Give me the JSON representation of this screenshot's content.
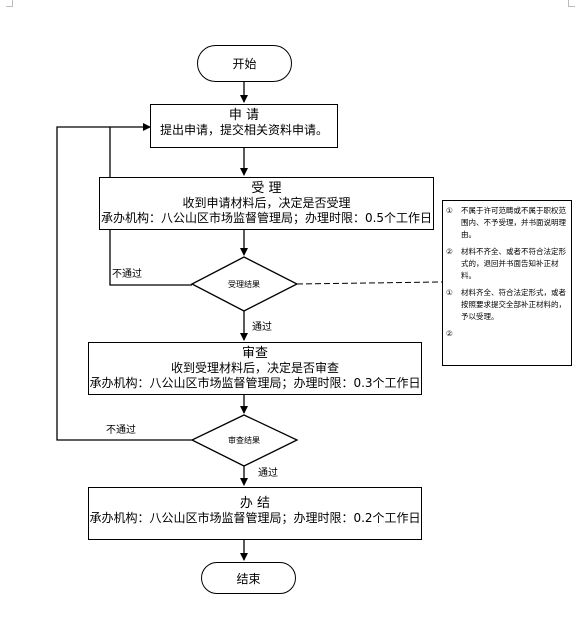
{
  "flowchart": {
    "start": "开始",
    "apply": {
      "title": "申  请",
      "desc": "提出申请，提交相关资料申请。"
    },
    "accept": {
      "title": "受  理",
      "desc": "收到申请材料后，决定是否受理",
      "org": "承办机构：八公山区市场监督管理局；办理时限：0.5个工作日"
    },
    "accept_decision": "受理结果",
    "review": {
      "title": "审查",
      "desc": "收到受理材料后，决定是否审查",
      "org": "承办机构：八公山区市场监督管理局；办理时限：0.3个工作日"
    },
    "review_decision": "审查结果",
    "complete": {
      "title": "办  结",
      "org": "承办机构：八公山区市场监督管理局；办理时限：0.2个工作日"
    },
    "end": "结束",
    "labels": {
      "fail_1": "不通过",
      "pass_1": "通过",
      "fail_2": "不通过",
      "pass_2": "通过"
    },
    "note": [
      {
        "num": "①",
        "text": "不属于许可范畴或不属于职权范围内、不予受理，并书面说明理由。"
      },
      {
        "num": "②",
        "text": "材料不齐全、或者不符合法定形式的，退回并书面告知补正材料。"
      },
      {
        "num": "①",
        "text": "材料齐全、符合法定形式，或者按照要求提交全部补正材料的，予以受理。"
      },
      {
        "num": "②",
        "text": ""
      }
    ]
  }
}
